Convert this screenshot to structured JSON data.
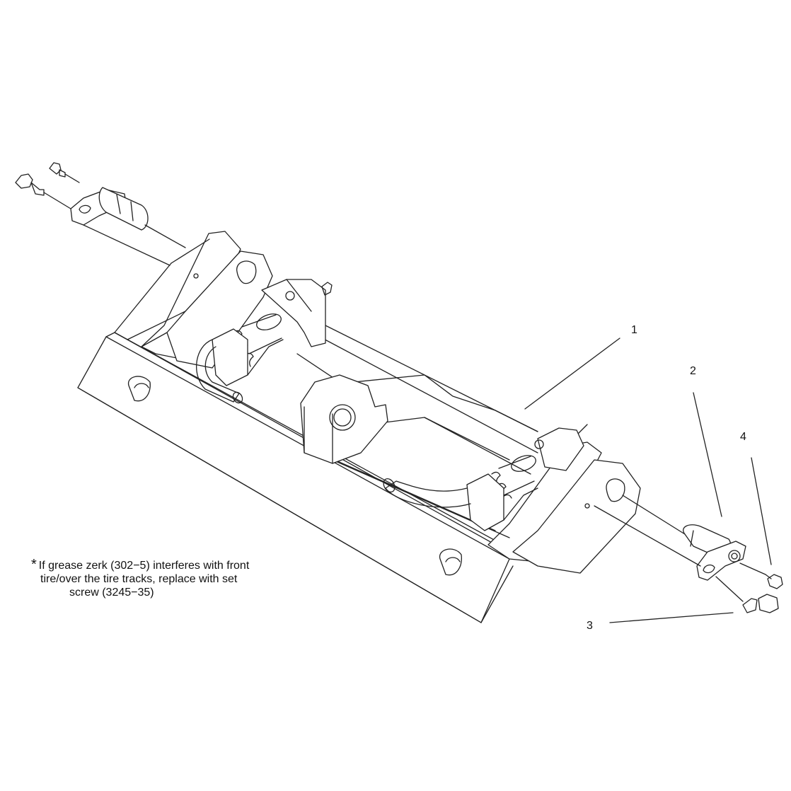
{
  "callouts": {
    "item_1": "1",
    "item_2": "2",
    "item_3": "3",
    "item_4": "4"
  },
  "note": {
    "marker": "*",
    "line_1": "If grease zerk (302−5) interferes with front",
    "line_2": "tire/over the tire tracks, replace with set",
    "line_3": "screw (3245−35)"
  },
  "colors": {
    "line": "#222222",
    "background": "#ffffff"
  }
}
